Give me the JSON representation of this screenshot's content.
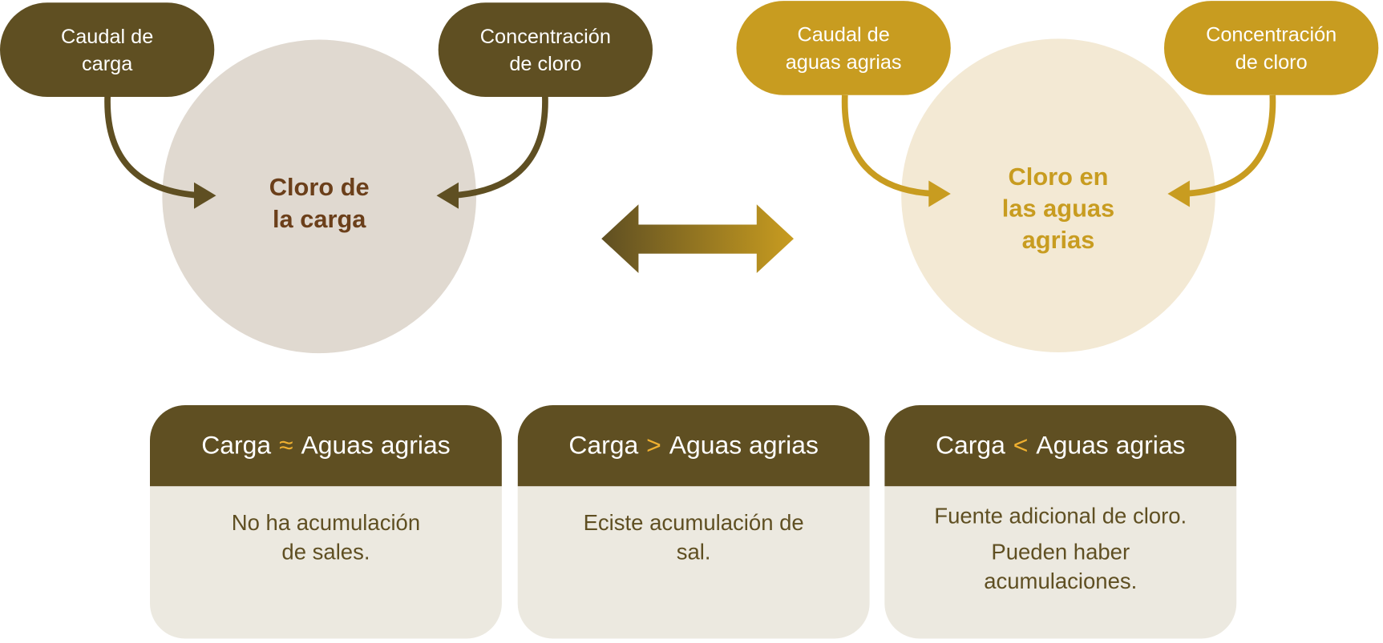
{
  "left": {
    "inputs": [
      "Caudal de\ncarga",
      "Concentración\nde cloro"
    ],
    "center": [
      "Cloro de",
      "la carga"
    ]
  },
  "right": {
    "inputs": [
      "Caudal de\naguas agrias",
      "Concentración\nde cloro"
    ],
    "center": [
      "Cloro en",
      "las aguas",
      "agrias"
    ]
  },
  "colors": {
    "dark": "#5f4f22",
    "gold": "#c89c20",
    "accent": "#f0b030"
  },
  "cards": [
    {
      "left": "Carga",
      "symbol": "≈",
      "right": "Aguas agrias",
      "lines": [
        "No ha acumulación",
        "de sales."
      ]
    },
    {
      "left": "Carga",
      "symbol": ">",
      "right": "Aguas agrias",
      "lines": [
        "Eciste acumulación de",
        "sal."
      ]
    },
    {
      "left": "Carga",
      "symbol": "<",
      "right": "Aguas agrias",
      "lines": [
        "Fuente adicional de cloro.",
        "Pueden haber",
        "acumulaciones."
      ]
    }
  ]
}
